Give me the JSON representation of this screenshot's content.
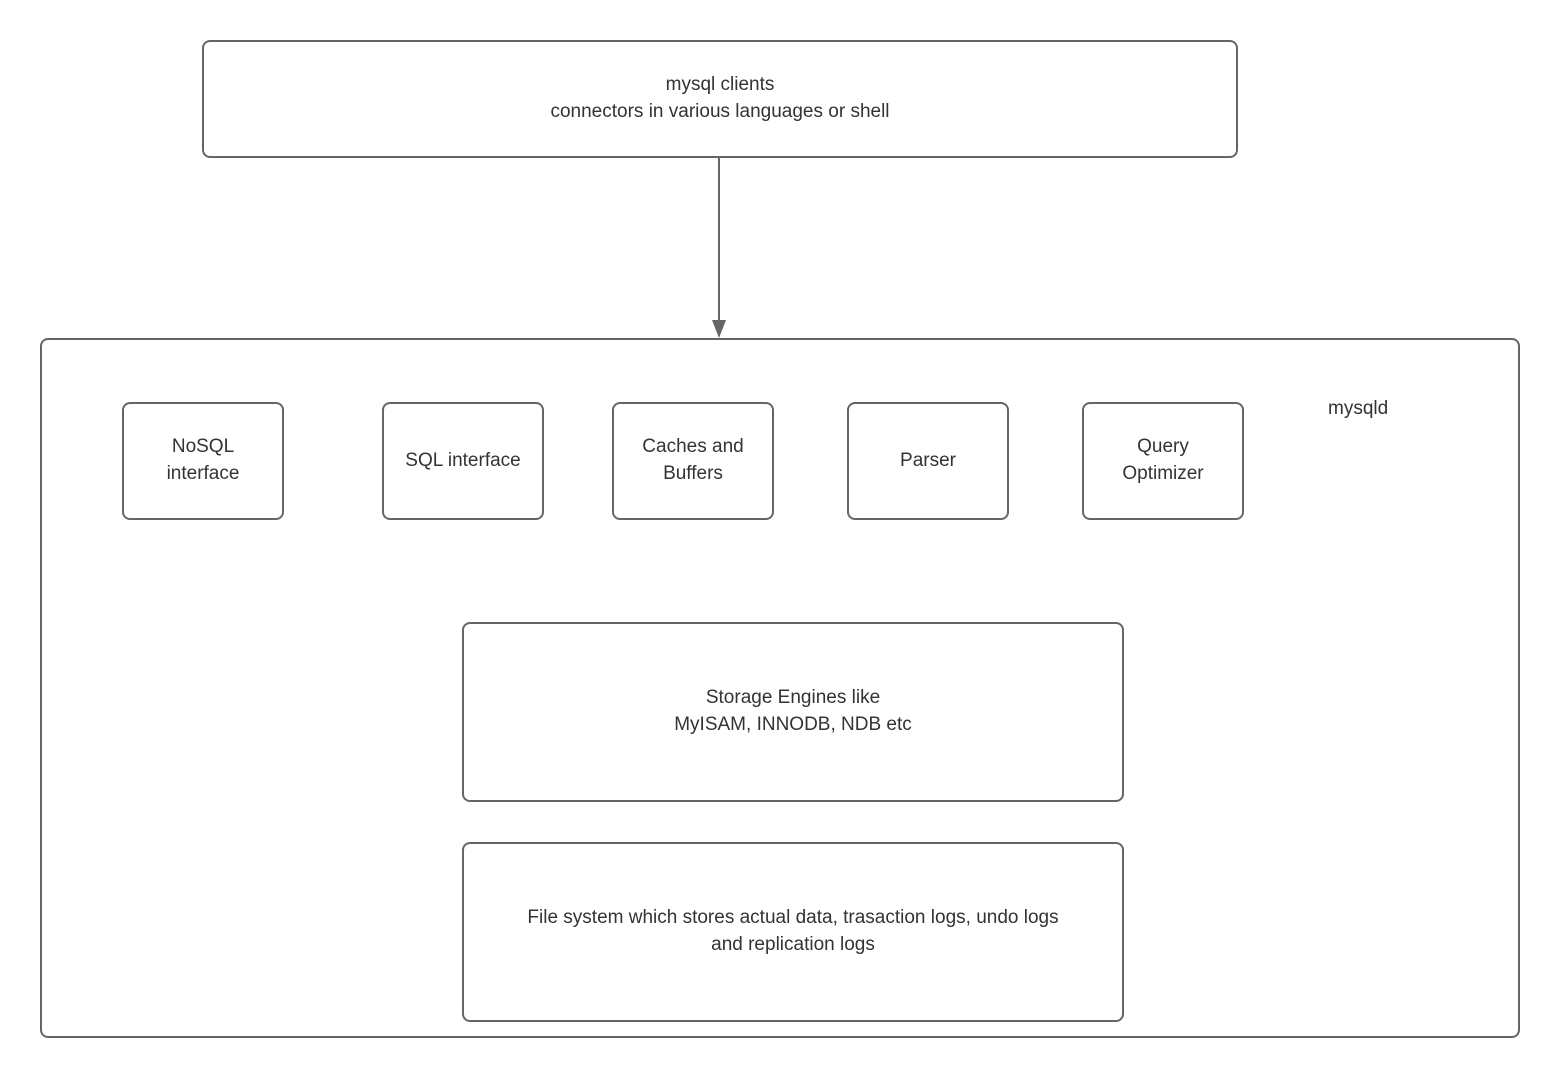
{
  "colors": {
    "border": "#666666",
    "text": "#333333",
    "arrow": "#666666",
    "background": "#ffffff"
  },
  "clients_box": {
    "text": "mysql clients\nconnectors in various languages or shell"
  },
  "mysqld": {
    "label": "mysqld",
    "components": [
      {
        "label": "NoSQL\ninterface"
      },
      {
        "label": "SQL interface"
      },
      {
        "label": "Caches and\nBuffers"
      },
      {
        "label": "Parser"
      },
      {
        "label": "Query\nOptimizer"
      }
    ],
    "storage_box": {
      "text": "Storage Engines like\nMyISAM, INNODB, NDB etc"
    },
    "filesystem_box": {
      "text": "File system which stores actual data, trasaction logs, undo logs\nand replication logs"
    }
  }
}
